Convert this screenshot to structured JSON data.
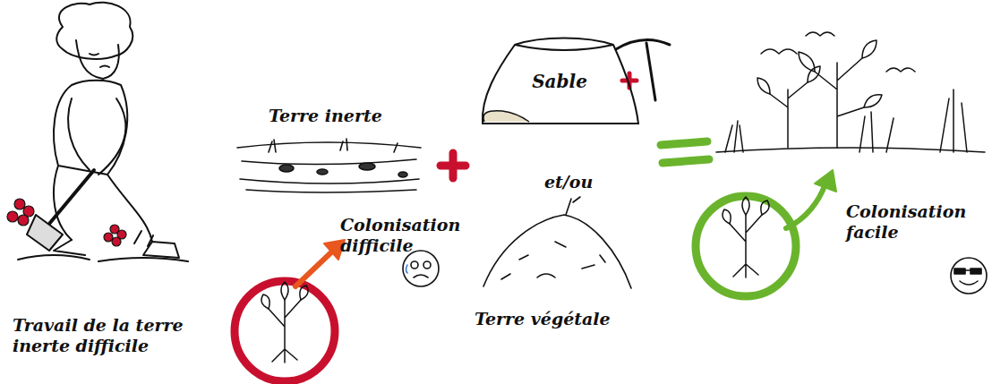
{
  "diagram": {
    "nodes": [
      {
        "text": [
          "Sable"
        ]
      }
    ],
    "labels": [
      "Travail de la terre inerte difficile",
      "Terre inerte",
      "Colonisation difficile",
      "et/ou",
      "Terre végétale",
      "Colonisation facile"
    ]
  }
}
